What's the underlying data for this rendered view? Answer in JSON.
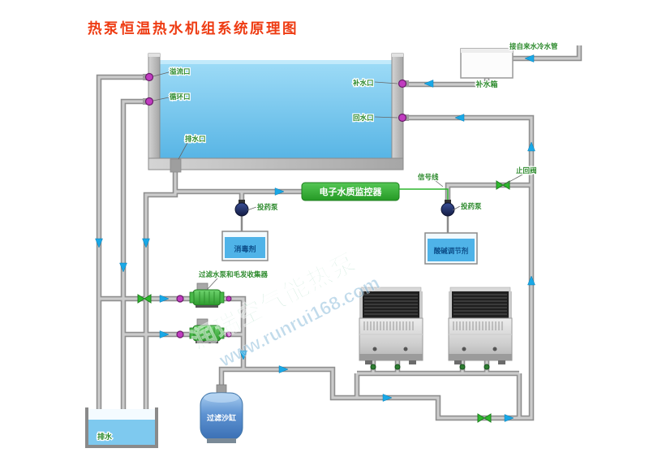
{
  "title": "热泵恒温热水机组系统原理图",
  "colors": {
    "title": "#ee3b12",
    "water": "#6fc4ec",
    "pipe": "#a9a9a9",
    "arrow": "#19a8e6",
    "monitor_green": "#35b435",
    "label_green": "#2e8b2e",
    "valve_magenta": "#c03cc0"
  },
  "pool": {
    "overflow_port": "溢流口",
    "circulation_port": "循环口",
    "drain_port": "排水口",
    "makeup_port": "补水口",
    "return_port": "回水口"
  },
  "makeup": {
    "tank": "补水箱",
    "cold_pipe": "接自来水冷水管"
  },
  "monitor": {
    "name": "电子水质监控器",
    "signal_line": "信号线",
    "check_valve": "止回阀"
  },
  "dosing": {
    "pump_left": "投药泵",
    "pump_right": "投药泵",
    "disinfectant": "消毒剂",
    "ph_adjuster": "酸碱调节剂"
  },
  "filtration": {
    "pump_label": "过滤水泵和毛发收集器",
    "sand_tank": "过滤沙缸"
  },
  "drain": {
    "tank_label": "排水"
  },
  "watermark": {
    "line1": "润瑞空气能热泵",
    "line2": "www.runrui168.com"
  }
}
